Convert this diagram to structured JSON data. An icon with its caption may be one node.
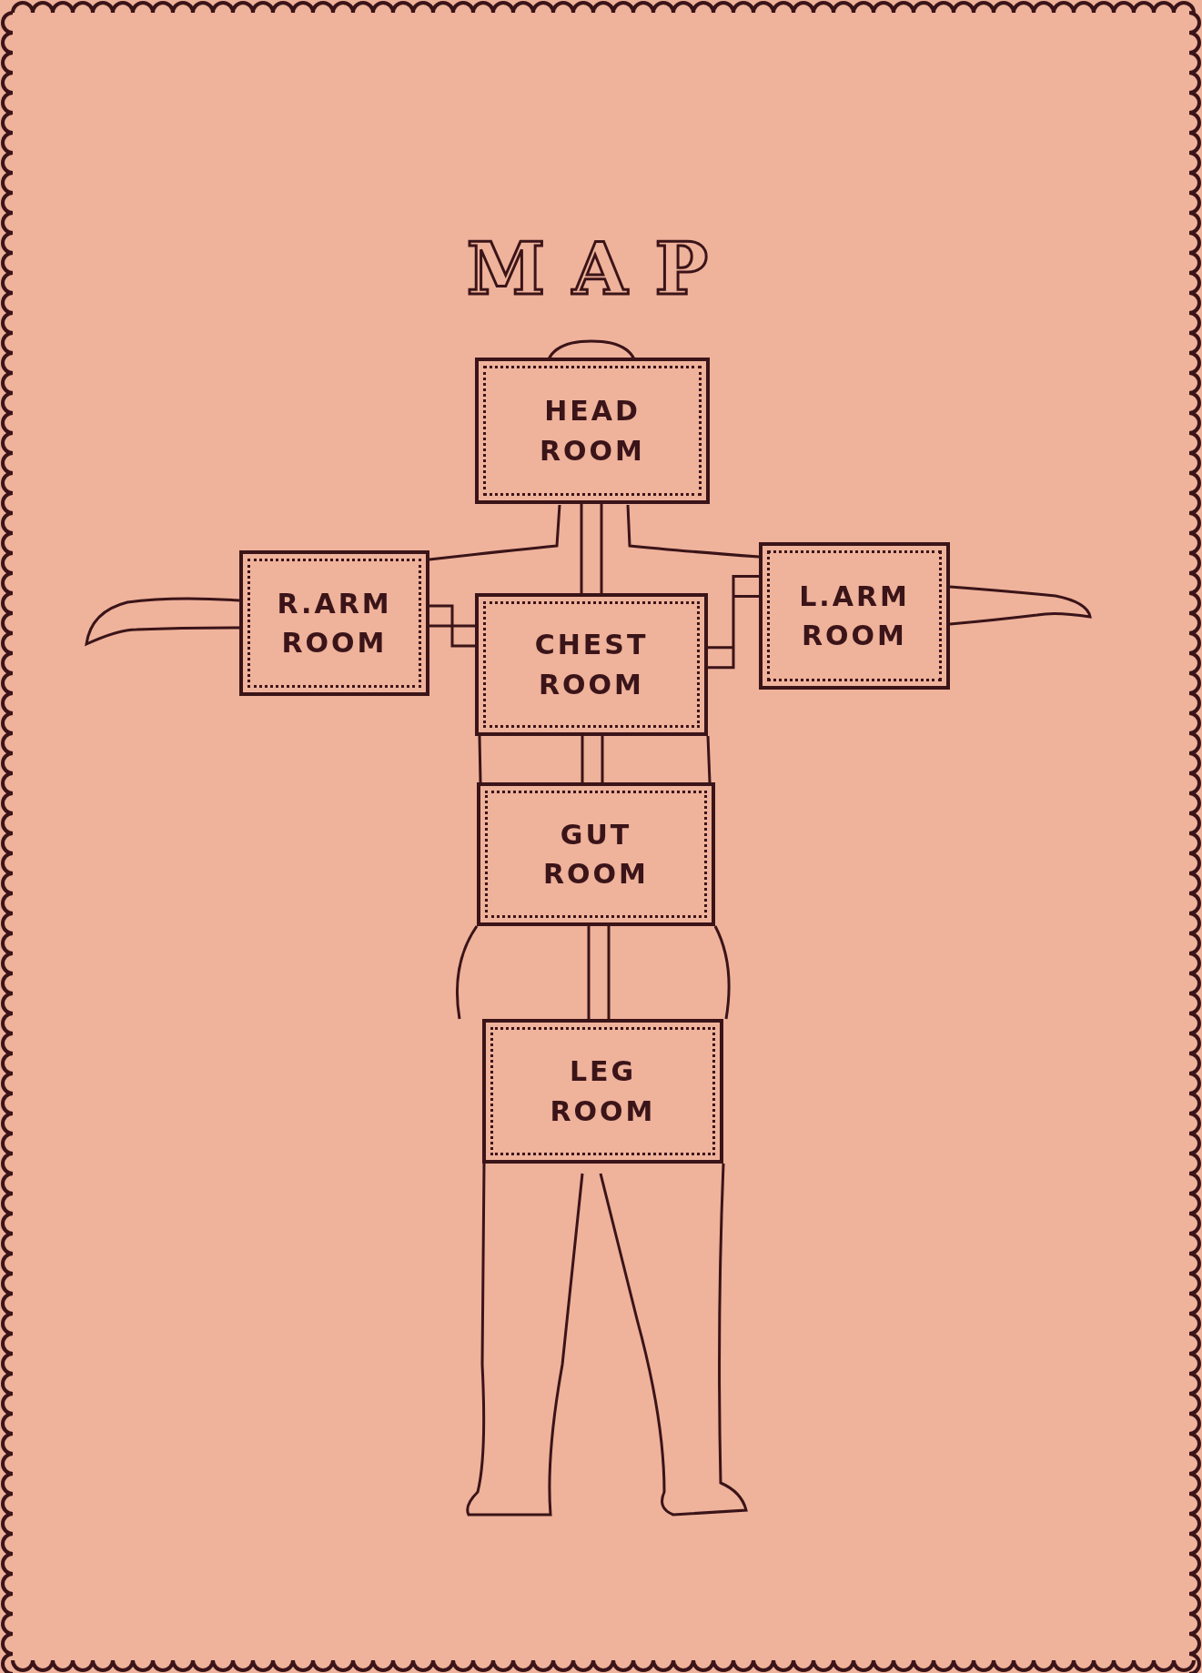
{
  "diagram": {
    "title": "MAP",
    "nodes": [
      {
        "text": [
          "HEAD ROOM"
        ]
      },
      {
        "text": [
          "R.ARM ROOM"
        ]
      },
      {
        "text": [
          "CHEST ROOM"
        ]
      },
      {
        "text": [
          "L.ARM ROOM"
        ]
      },
      {
        "text": [
          "GUT ROOM"
        ]
      },
      {
        "text": [
          "LEG ROOM"
        ]
      }
    ],
    "edges": [
      {
        "from": 0,
        "to": 2,
        "arrow": "none"
      },
      {
        "from": 1,
        "to": 2,
        "arrow": "none"
      },
      {
        "from": 2,
        "to": 3,
        "arrow": "none"
      },
      {
        "from": 2,
        "to": 4,
        "arrow": "none"
      },
      {
        "from": 4,
        "to": 5,
        "arrow": "none"
      }
    ]
  }
}
